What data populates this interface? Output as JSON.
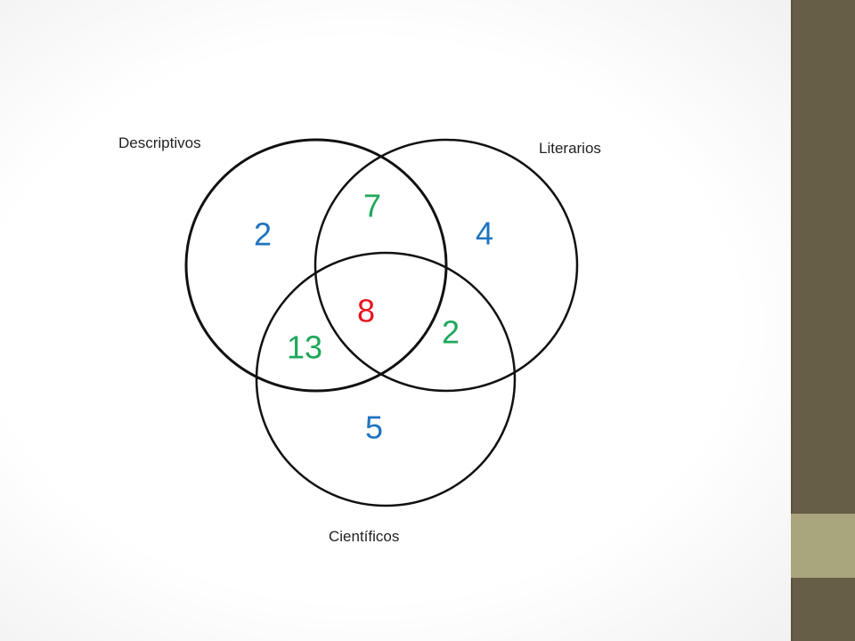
{
  "sets": {
    "descriptivos": "Descriptivos",
    "literarios": "Literarios",
    "cientificos": "Científicos"
  },
  "regions": {
    "descriptivos_only": "2",
    "literarios_only": "4",
    "cientificos_only": "5",
    "descriptivos_literarios": "7",
    "descriptivos_cientificos": "13",
    "literarios_cientificos": "2",
    "all_three": "8"
  },
  "colors": {
    "only_region": "#1f74c0",
    "pair_region": "#1ea85a",
    "center_region": "#e8141c",
    "sidebar": "#675e47",
    "sidebar_band": "#a9a57c"
  }
}
